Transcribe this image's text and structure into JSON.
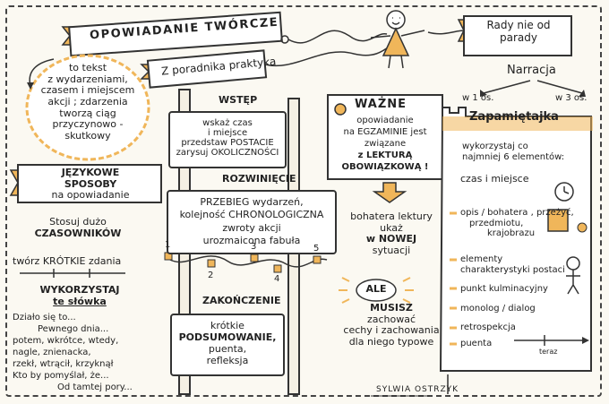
{
  "title": {
    "banner": "OPOWIADANIE TWÓRCZE",
    "sub": "Z poradnika praktyka"
  },
  "advice": "Rady nie od parady",
  "definition": [
    "to tekst",
    "z wydarzeniami,",
    "czasem i miejscem",
    "akcji ; zdarzenia",
    "tworzą ciąg",
    "przyczynowo - skutkowy"
  ],
  "language": {
    "banner": [
      "JĘZYKOWE",
      "SPOSOBY",
      "na opowiadanie"
    ],
    "verbs": [
      "Stosuj dużo",
      "CZASOWNIKÓW"
    ],
    "sentences": "twórz KRÓTKIE zdania",
    "words_title": [
      "WYKORZYSTAJ",
      "te słówka"
    ],
    "words": [
      "Działo się to...",
      "Pewnego dnia...",
      "potem, wkrótce, wtedy,",
      "nagle, znienacka,",
      "rzekł, wtrącił, krzyknął",
      "Kto by pomyślał, że...",
      "Od tamtej pory..."
    ]
  },
  "structure": {
    "intro_label": "WSTĘP",
    "intro": [
      "wskaż czas",
      "i miejsce",
      "przedstaw POSTACIE",
      "zarysuj OKOLICZNOŚCI"
    ],
    "body_label": "ROZWINIĘCIE",
    "body": [
      "PRZEBIEG wydarzeń,",
      "kolejność CHRONOLOGICZNA",
      "zwroty akcji",
      "urozmaicona fabuła"
    ],
    "steps": [
      "1",
      "2",
      "3",
      "4",
      "5"
    ],
    "end_label": "ZAKOŃCZENIE",
    "end": [
      "krótkie",
      "PODSUMOWANIE,",
      "puenta,",
      "refleksja"
    ]
  },
  "important": {
    "title": "WAŻNE",
    "text": [
      "opowiadanie",
      "na EGZAMINIE jest",
      "związane",
      "z LEKTURĄ",
      "OBOWIĄZKOWĄ !"
    ],
    "hero": [
      "bohatera lektury",
      "ukaż",
      "w NOWEJ",
      "sytuacji"
    ],
    "but": "ALE",
    "must": [
      "MUSISZ",
      "zachować",
      "cechy i zachowania",
      "dla niego typowe"
    ]
  },
  "narration": {
    "title": "Narracja",
    "first": "w 1 os.",
    "third": "w 3 os."
  },
  "remember": {
    "title": "Zapamiętajka",
    "intro": [
      "wykorzystaj co",
      "najmniej 6 elementów:"
    ],
    "items": [
      "czas i miejsce",
      "opis / bohatera , przeżyć,",
      "przedmiotu,",
      "krajobrazu",
      "elementy",
      "charakterystyki postaci",
      "punkt kulminacyjny",
      "monolog / dialog",
      "retrospekcja",
      "puenta"
    ],
    "timeline_label": "teraz"
  },
  "author": "SYLWIA OSTRZYK",
  "colors": {
    "accent": "#f0b65a",
    "ink": "#222222",
    "paper": "#fbf9f2"
  }
}
